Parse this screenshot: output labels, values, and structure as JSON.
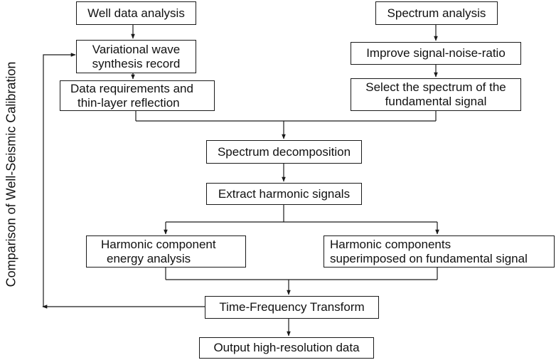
{
  "diagram": {
    "side_label": "Comparison of Well-Seismic Calibration",
    "nodes": {
      "well_data_analysis": [
        "Well data analysis"
      ],
      "variational_wave": [
        "Variational wave",
        "synthesis record"
      ],
      "data_requirements": [
        "Data requirements and",
        "thin-layer reflection"
      ],
      "spectrum_analysis": [
        "Spectrum analysis"
      ],
      "improve_snr": [
        "Improve signal-noise-ratio"
      ],
      "select_spectrum": [
        "Select the spectrum of the",
        "fundamental signal"
      ],
      "spectrum_decomposition": [
        "Spectrum decomposition"
      ],
      "extract_harmonic": [
        "Extract harmonic signals"
      ],
      "harmonic_energy": [
        "Harmonic component",
        "energy analysis"
      ],
      "harmonic_superimposed": [
        "Harmonic components",
        "superimposed on fundamental signal"
      ],
      "time_frequency": [
        "Time-Frequency Transform"
      ],
      "output_data": [
        "Output high-resolution data"
      ]
    },
    "colors": {
      "line": "#1a1a1a",
      "box_border": "#1a1a1a",
      "background": "#ffffff"
    }
  }
}
